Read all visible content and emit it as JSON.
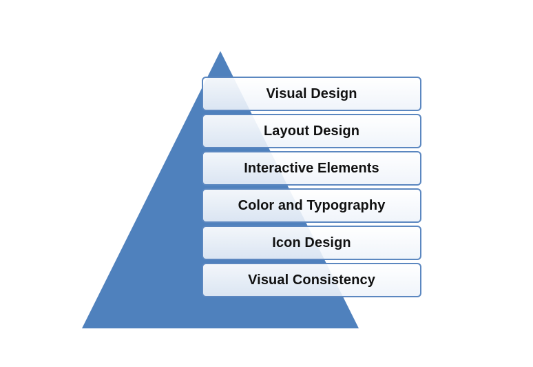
{
  "diagram": {
    "type": "pyramid",
    "colors": {
      "pyramid_fill": "#4f81bd",
      "box_border": "#5b87c0",
      "box_fill": "#ffffff",
      "text": "#111111"
    },
    "levels": [
      {
        "label": "Visual Design"
      },
      {
        "label": "Layout Design"
      },
      {
        "label": "Interactive Elements"
      },
      {
        "label": "Color and Typography"
      },
      {
        "label": "Icon Design"
      },
      {
        "label": "Visual Consistency"
      }
    ]
  }
}
